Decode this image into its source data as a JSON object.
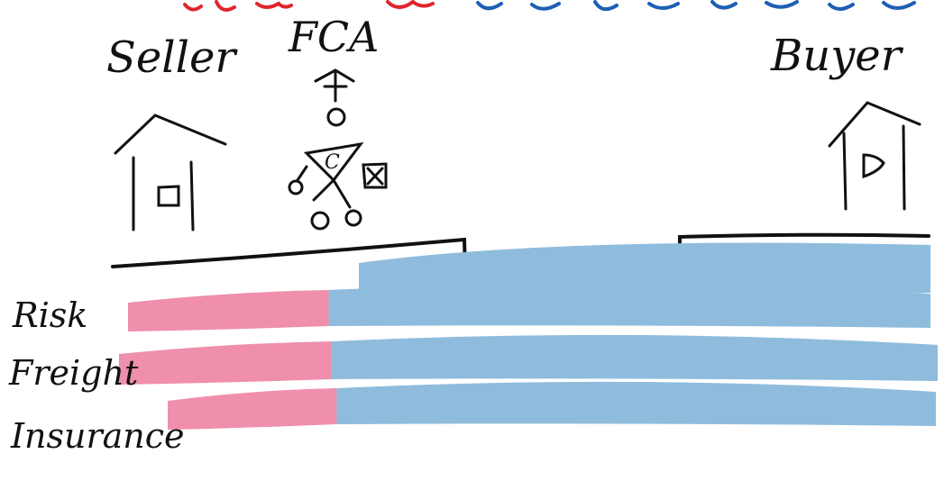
{
  "header_scribble": {
    "colors": [
      "#e0242c",
      "#1e5fb4"
    ]
  },
  "parties": {
    "seller": "Seller",
    "fca": "FCA",
    "buyer": "Buyer"
  },
  "building_marks": {
    "seller": "口",
    "carrier": "C",
    "box": "区",
    "buyer": "D"
  },
  "rows": [
    {
      "label": "Risk",
      "seller_share": 0.25,
      "buyer_share": 0.75
    },
    {
      "label": "Freight",
      "seller_share": 0.26,
      "buyer_share": 0.74
    },
    {
      "label": "Insurance",
      "seller_share": 0.22,
      "buyer_share": 0.78
    }
  ],
  "colors": {
    "seller": "#ef8fab",
    "buyer": "#8fbcdd",
    "ink": "#111111"
  }
}
